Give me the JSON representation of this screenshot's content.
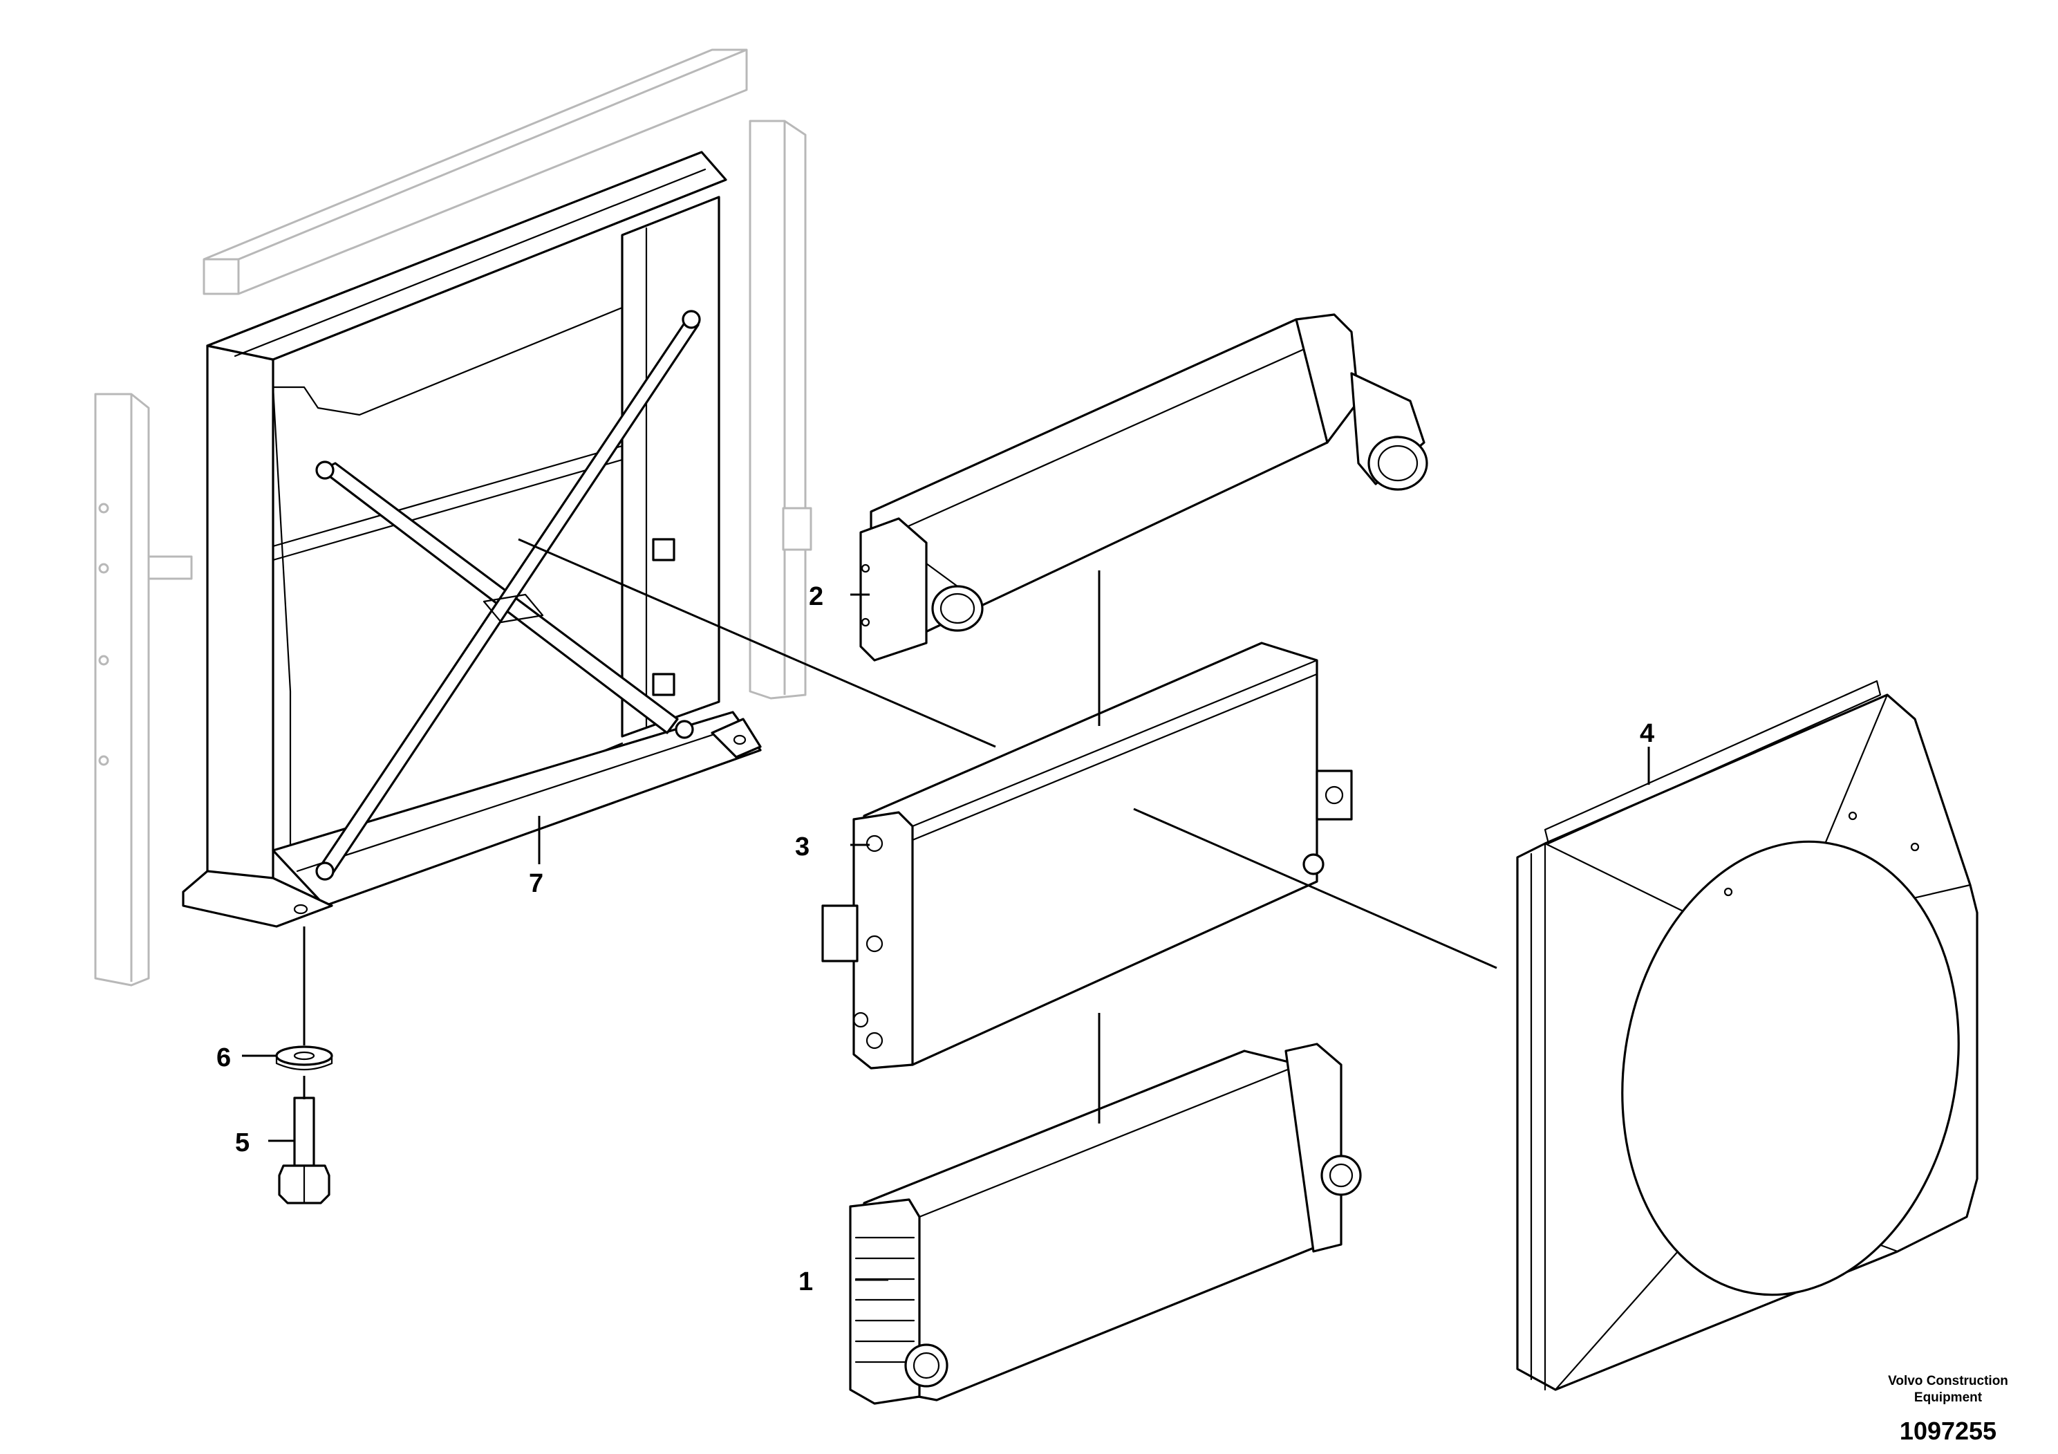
{
  "callouts": {
    "c1": "1",
    "c2": "2",
    "c3": "3",
    "c4": "4",
    "c5": "5",
    "c6": "6",
    "c7": "7"
  },
  "footer": {
    "brand_line1": "Volvo Construction",
    "brand_line2": "Equipment",
    "drawing_number": "1097255"
  },
  "colors": {
    "line": "#000000",
    "ghost": "#b8b8b8",
    "background": "#ffffff"
  }
}
